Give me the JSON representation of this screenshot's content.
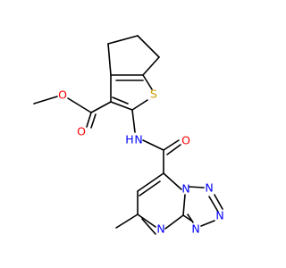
{
  "structure": {
    "colors": {
      "bond": "#000000",
      "O": "#ff0000",
      "N": "#0000ff",
      "S": "#c8a000",
      "H": "#0000ff"
    },
    "atoms": {
      "o_carbonyl_ester": "O",
      "o_ether": "O",
      "s_ring": "S",
      "n_amide": "N",
      "h_amide": "H",
      "o_amide": "O",
      "n_triazole_1": "N",
      "n_triazole_2": "N",
      "n_triazole_3": "N",
      "n_pyrimidine_bridge": "N",
      "n_pyrimidine": "N"
    }
  }
}
